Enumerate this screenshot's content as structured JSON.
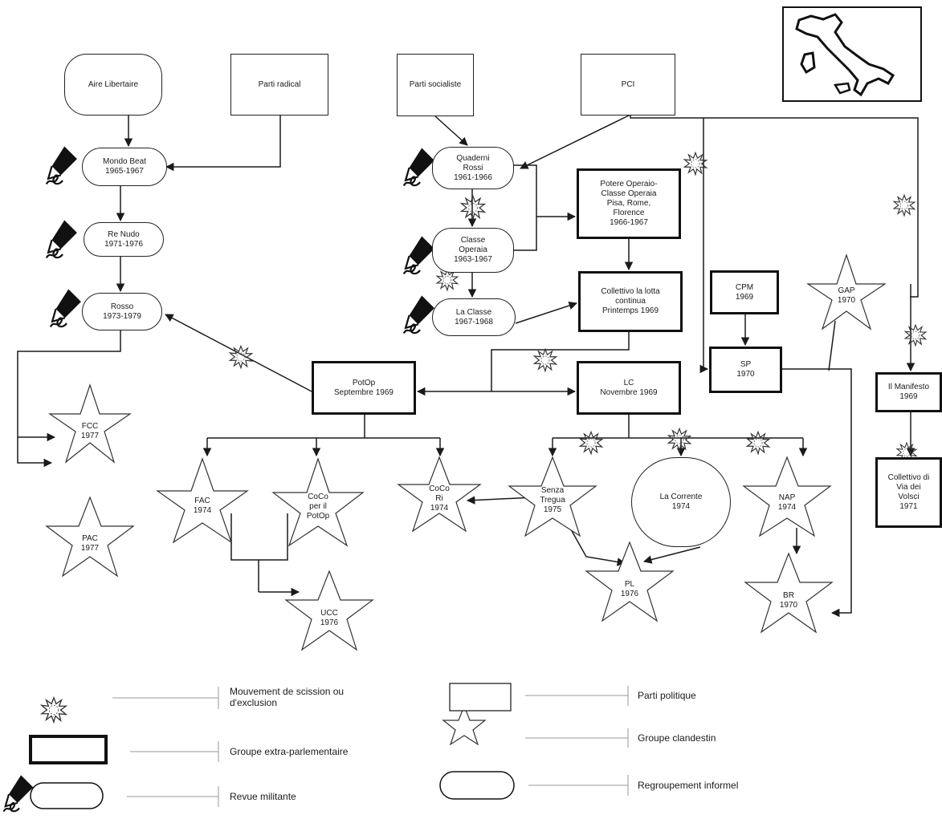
{
  "parties": {
    "aire": "Aire Libertaire",
    "radical": "Parti radical",
    "socialiste": "Parti socialiste",
    "pci": "PCI"
  },
  "reviews": {
    "mondo_beat": [
      "Mondo Beat",
      "1965-1967"
    ],
    "re_nudo": [
      "Re Nudo",
      "1971-1976"
    ],
    "rosso": [
      "Rosso",
      "1973-1979"
    ],
    "quaderni": [
      "Quaderni",
      "Rossi",
      "1961-1966"
    ],
    "classe_operaia": [
      "Classe",
      "Operaia",
      "1963-1967"
    ],
    "la_classe": [
      "La Classe",
      "1967-1968"
    ]
  },
  "extra": {
    "potere": [
      "Potere Operaio-",
      "Classe Operaia",
      "Pisa, Rome,",
      "Florence",
      "1966-1967"
    ],
    "collettivo": [
      "Collettivo la lotta",
      "continua",
      "Printemps 1969"
    ],
    "cpm": [
      "CPM",
      "1969"
    ],
    "sp": [
      "SP",
      "1970"
    ],
    "potop": [
      "PotOp",
      "Septembre 1969"
    ],
    "lc": [
      "LC",
      "Novembre 1969"
    ],
    "manifesto": [
      "Il Manifesto",
      "1969"
    ],
    "volsci": [
      "Collettivo di",
      "Via dei",
      "Volsci",
      "1971"
    ]
  },
  "informal": {
    "corrente": [
      "La Corrente",
      "1974"
    ]
  },
  "stars": {
    "gap": [
      "GAP",
      "1970"
    ],
    "fcc": [
      "FCC",
      "1977"
    ],
    "pac": [
      "PAC",
      "1977"
    ],
    "fac": [
      "FAC",
      "1974"
    ],
    "coco_potop": [
      "CoCo",
      "per il",
      "PotOp"
    ],
    "coco_ri": [
      "CoCo",
      "Ri",
      "1974"
    ],
    "senza_tregua": [
      "Senza",
      "Tregua",
      "1975"
    ],
    "nap": [
      "NAP",
      "1974"
    ],
    "ucc": [
      "UCC",
      "1976"
    ],
    "pl": [
      "PL",
      "1976"
    ],
    "br": [
      "BR",
      "1970"
    ]
  },
  "legend": {
    "scission": [
      "Mouvement de scission ou",
      "d'exclusion"
    ],
    "extra": "Groupe extra-parlementaire",
    "revue": "Revue militante",
    "parti": "Parti politique",
    "clandestin": "Groupe clandestin",
    "informel": "Regroupement informel"
  },
  "colors": {
    "line": "#1a1a1a",
    "legend_line": "#999999"
  },
  "icons": [
    "scission-burst-icon",
    "pen-icon",
    "italy-map-icon",
    "star-icon"
  ]
}
